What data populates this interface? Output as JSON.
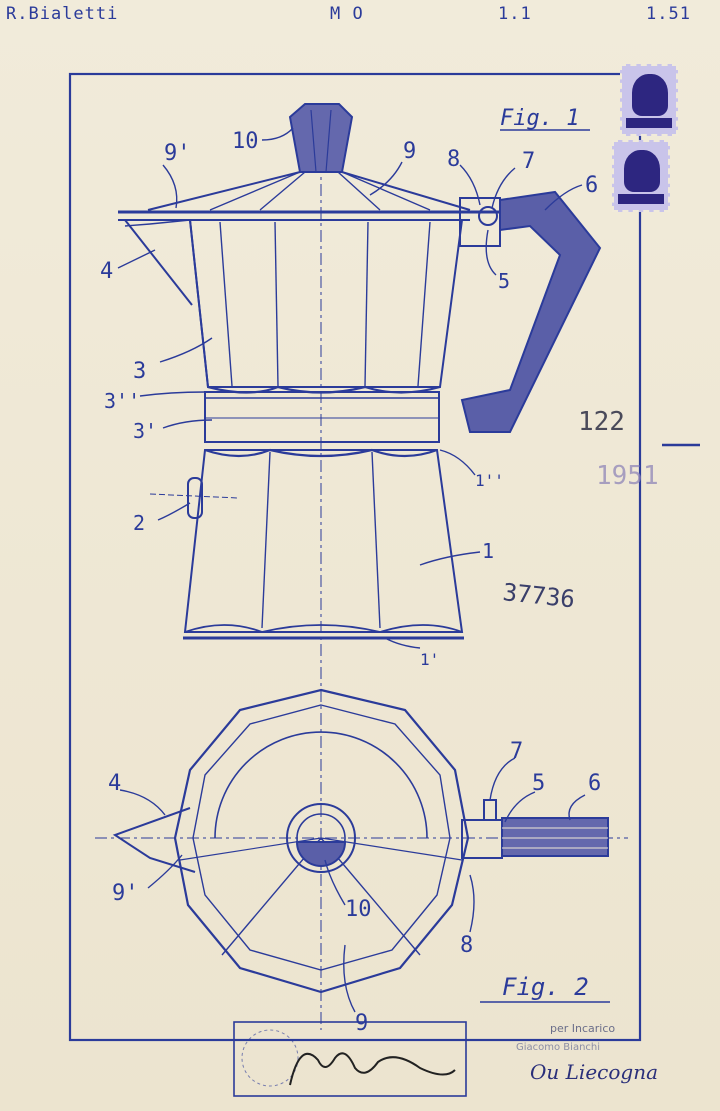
{
  "header": {
    "author": "R.Bialetti",
    "code": "M O",
    "num_a": "1.1",
    "num_b": "1.51"
  },
  "figures": {
    "fig1": "Fig. 1",
    "fig2": "Fig. 2"
  },
  "labels_fig1": [
    "10",
    "9'",
    "9",
    "8",
    "7",
    "6",
    "5",
    "4",
    "3",
    "3''",
    "3'",
    "2",
    "1''",
    "1",
    "1'"
  ],
  "labels_fig2": [
    "4",
    "7",
    "5",
    "6",
    "9'",
    "10",
    "8",
    "9"
  ],
  "marks": {
    "number_122": "122",
    "year_stamp": "1951",
    "serial": "37736"
  },
  "footer": {
    "agent_line1": "per Incarico",
    "agent_line2": "Giacomo Bianchi",
    "signature": "Bialetti",
    "signature_right": "Ou Liecogna"
  },
  "colors": {
    "ink": "#2b3b9a",
    "ink_dark": "#23307f",
    "paper": "#efe8d6",
    "stamp": "#2d2680"
  }
}
